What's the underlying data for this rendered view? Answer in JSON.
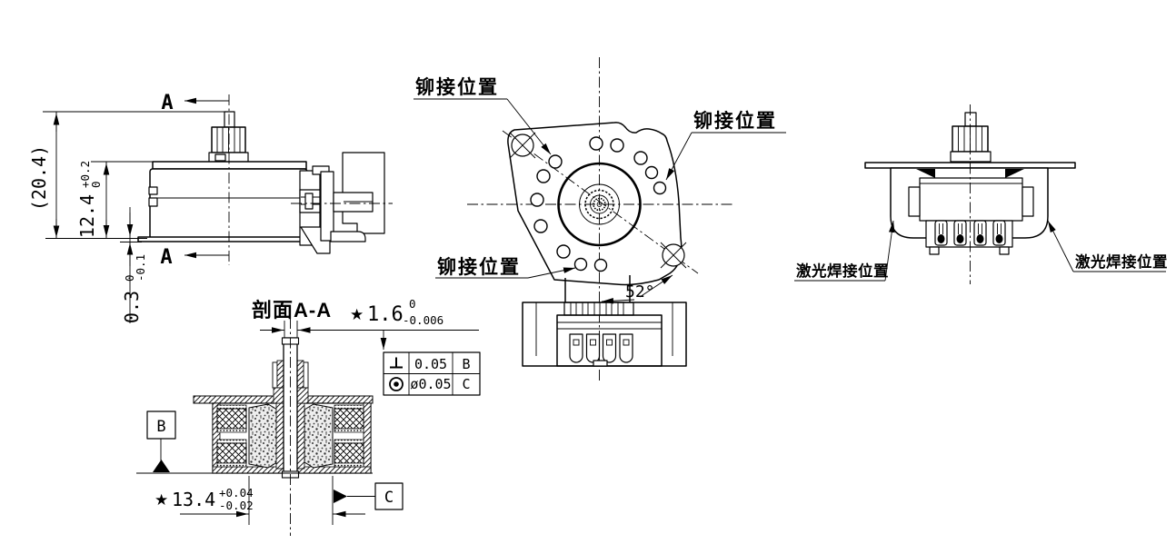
{
  "style": {
    "background": "#ffffff",
    "line_color": "#000000"
  },
  "side_view": {
    "section_marker_top": "A",
    "section_marker_bottom": "A",
    "dim_overall_height": "(20.4)",
    "dim_body_height": {
      "value": "12.4",
      "upper": "+0.2",
      "lower": "0"
    },
    "dim_plate_thickness": {
      "value": "0.3",
      "upper": "0",
      "lower": "-0.1"
    }
  },
  "front_view": {
    "label_rivet_top_left": "铆接位置",
    "label_rivet_top_right": "铆接位置",
    "label_rivet_bottom_left": "铆接位置",
    "dim_angle": "52°"
  },
  "rear_view": {
    "label_weld_left": "激光焊接位置",
    "label_weld_right": "激光焊接位置"
  },
  "section_view": {
    "title": "剖面A-A",
    "dim_shaft": {
      "star": "★",
      "value": "1.6",
      "upper": "0",
      "lower": "-0.006"
    },
    "dim_core_width": {
      "star": "★",
      "value": "13.4",
      "upper": "+0.04",
      "lower": "-0.02"
    },
    "datum_b": "B",
    "datum_c": "C",
    "fcf": {
      "rows": [
        {
          "symbol": "⊥",
          "symbol_name": "perpendicularity",
          "tolerance": "0.05",
          "datum": "B"
        },
        {
          "symbol": "◎",
          "symbol_name": "concentricity",
          "tolerance": "ø0.05",
          "datum": "C"
        }
      ]
    }
  }
}
